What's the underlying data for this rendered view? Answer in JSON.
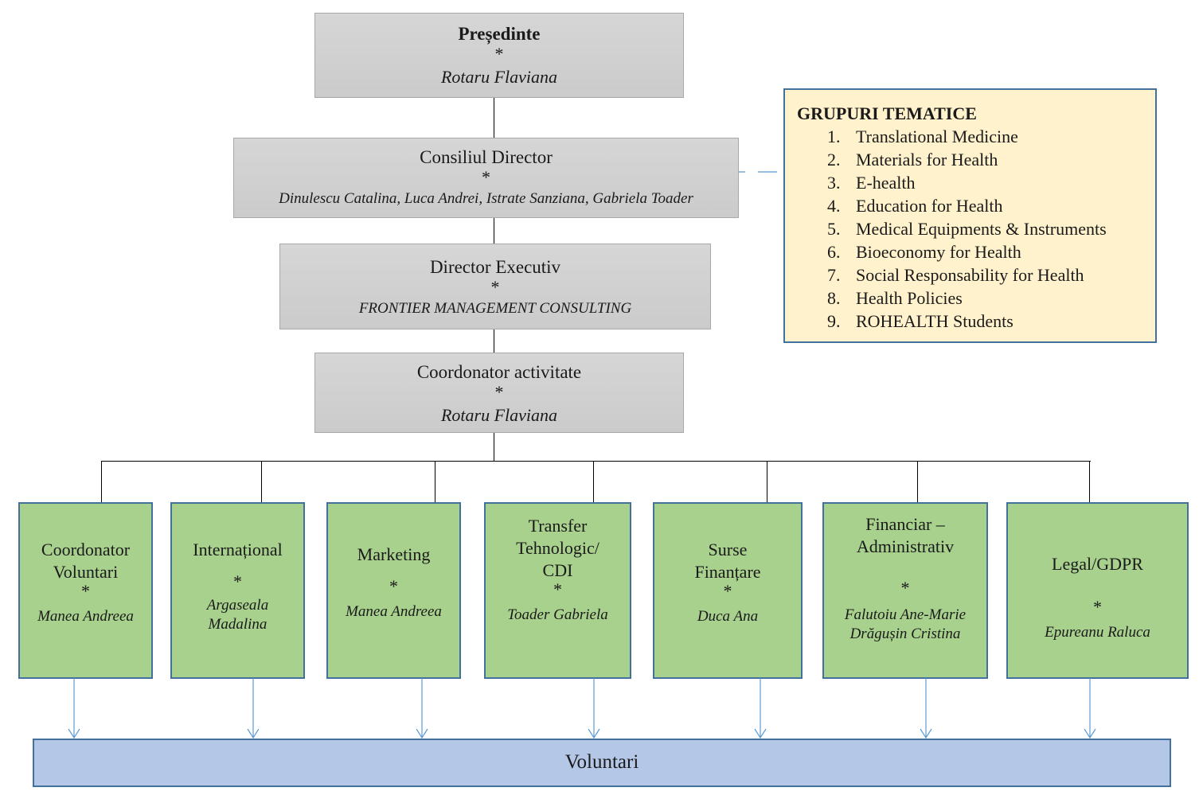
{
  "org": {
    "presedinte": {
      "title": "Președinte",
      "star": "*",
      "name": "Rotaru Flaviana"
    },
    "consiliu": {
      "title": "Consiliul Director",
      "star": "*",
      "name": "Dinulescu Catalina, Luca Andrei, Istrate Sanziana, Gabriela Toader"
    },
    "director": {
      "title": "Director Executiv",
      "star": "*",
      "name": "FRONTIER MANAGEMENT CONSULTING"
    },
    "coordonator": {
      "title": "Coordonator activitate",
      "star": "*",
      "name": "Rotaru Flaviana"
    }
  },
  "groups": [
    {
      "title_lines": [
        "Coordonator",
        "Voluntari"
      ],
      "star": "*",
      "names": [
        "Manea Andreea"
      ]
    },
    {
      "title_lines": [
        "Internațional"
      ],
      "star": "*",
      "names": [
        "Argaseala",
        "Madalina"
      ]
    },
    {
      "title_lines": [
        "Marketing"
      ],
      "star": "*",
      "names": [
        "Manea Andreea"
      ]
    },
    {
      "title_lines": [
        "Transfer",
        "Tehnologic/",
        "CDI"
      ],
      "star": "*",
      "names": [
        "Toader Gabriela"
      ]
    },
    {
      "title_lines": [
        "Surse",
        "Finanțare"
      ],
      "star": "*",
      "names": [
        "Duca Ana"
      ]
    },
    {
      "title_lines": [
        "Financiar –",
        "Administrativ"
      ],
      "star": "*",
      "names": [
        "Falutoiu Ane-Marie",
        "Drăgușin Cristina"
      ]
    },
    {
      "title_lines": [
        "Legal/GDPR"
      ],
      "star": "*",
      "names": [
        "Epureanu Raluca"
      ]
    }
  ],
  "voluntari": "Voluntari",
  "themes": {
    "heading": "GRUPURI TEMATICE",
    "items": [
      {
        "num": "1.",
        "label": "Translational Medicine"
      },
      {
        "num": "2.",
        "label": "Materials for Health"
      },
      {
        "num": "3.",
        "label": "E-health"
      },
      {
        "num": "4.",
        "label": "Education for Health"
      },
      {
        "num": "5.",
        "label": "Medical Equipments & Instruments"
      },
      {
        "num": "6.",
        "label": "Bioeconomy for Health"
      },
      {
        "num": "7.",
        "label": "Social Responsability for Health"
      },
      {
        "num": "8.",
        "label": "Health Policies"
      },
      {
        "num": "9.",
        "label": "ROHEALTH Students"
      }
    ]
  },
  "colors": {
    "grey_box": "#cfcfcf",
    "green_box": "#a9d18e",
    "green_border": "#41719c",
    "themes_bg": "#fff2cc",
    "themes_border": "#41719c",
    "voluntari_bg": "#b4c7e7",
    "arrow": "#5b9bd5"
  }
}
